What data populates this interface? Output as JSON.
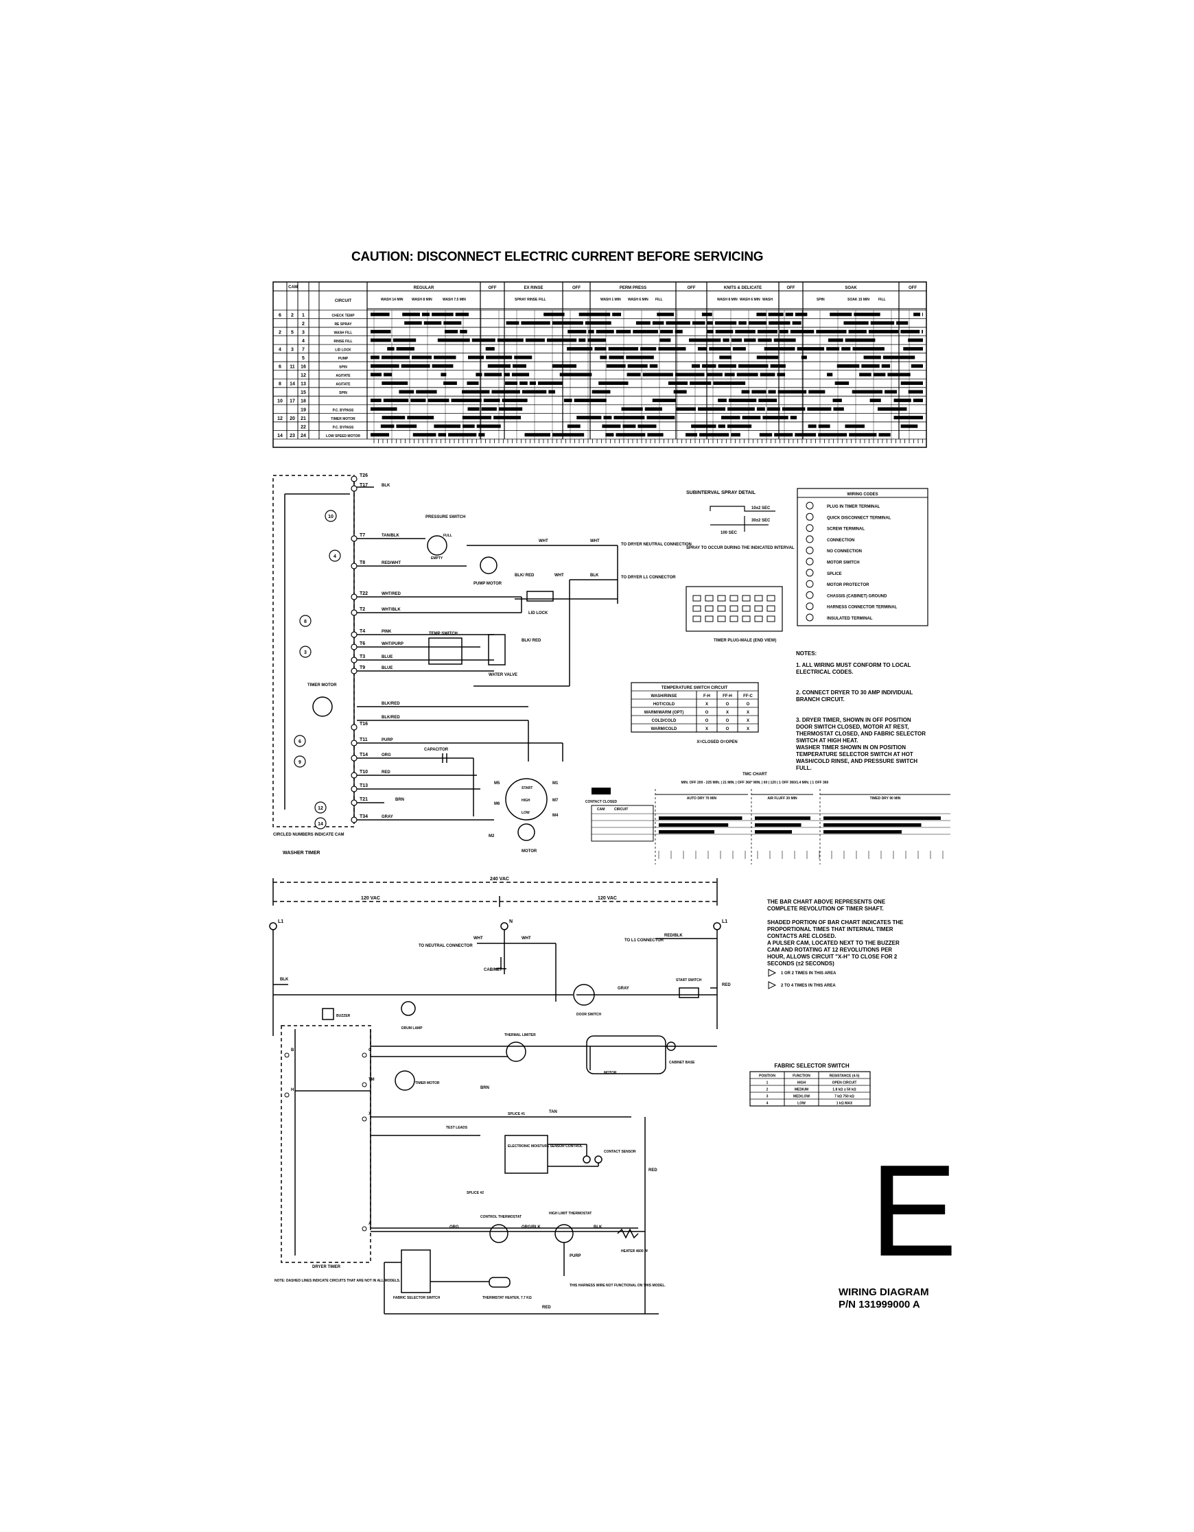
{
  "caution": "CAUTION: DISCONNECT ELECTRIC CURRENT BEFORE SERVICING",
  "washer": {
    "timer_label": "WASHER TIMER",
    "circled_note": "CIRCLED NUMBERS INDICATE CAM",
    "terminals": [
      "T26",
      "T17",
      "T7",
      "T8",
      "T22",
      "T2",
      "T4",
      "T6",
      "T3",
      "T9",
      "T16",
      "T11",
      "T14",
      "T10",
      "T13",
      "T21",
      "T34"
    ],
    "cams": [
      "10",
      "4",
      "8",
      "3",
      "6",
      "9",
      "12",
      "14"
    ],
    "wires": [
      "BLK",
      "TAN/BLK",
      "RED/WHT",
      "WHT/RED",
      "WHT/BLK",
      "PINK",
      "WHT/PURP",
      "BLUE",
      "BLUE",
      "BLK/RED",
      "BLK/RED",
      "PURP",
      "ORG",
      "RED",
      "BRN",
      "GRAY"
    ],
    "components": [
      "PRESSURE SWITCH",
      "PUMP MOTOR",
      "LID LOCK",
      "TEMP SWITCH",
      "WATER VALVE",
      "TIMER MOTOR",
      "CAPACITOR",
      "MOTOR"
    ],
    "dryer_neutral": "TO DRYER NEUTRAL CONNECTION",
    "dryer_l1": "TO DRYER L1 CONNECTOR",
    "wht": "WHT",
    "blk": "BLK",
    "blk_red": "BLK/ RED",
    "pressure_labels": [
      "FULL",
      "EMPTY"
    ],
    "motor_labels": [
      "M1",
      "M2",
      "M4",
      "M5",
      "M6",
      "M7"
    ],
    "motor_inner": [
      "START",
      "HIGH",
      "LOW"
    ]
  },
  "spray_detail": {
    "title": "SUBINTERVAL SPRAY DETAIL",
    "sec_a": "10±2 SEC",
    "sec_b": "30±2 SEC",
    "sec_c": "100 SEC",
    "note": "SPRAY TO OCCUR DURING THE INDICATED INTERVAL"
  },
  "timer_plug": "TIMER PLUG-MALE (END VIEW)",
  "wiring_codes": {
    "title": "WIRING CODES",
    "items": [
      "PLUG IN TIMER TERMINAL",
      "QUICK DISCONNECT TERMINAL",
      "SCREW TERMINAL",
      "CONNECTION",
      "NO CONNECTION",
      "MOTOR SWITCH",
      "SPLICE",
      "MOTOR PROTECTOR",
      "CHASSIS (CABINET) GROUND",
      "HARNESS CONNECTOR TERMINAL",
      "INSULATED TERMINAL"
    ]
  },
  "notes": {
    "title": "NOTES:",
    "items": [
      "1. ALL WIRING MUST CONFORM TO LOCAL ELECTRICAL CODES.",
      "2. CONNECT DRYER TO 30 AMP INDIVIDUAL BRANCH CIRCUIT.",
      "3. DRYER TIMER, SHOWN IN OFF POSITION DOOR SWITCH CLOSED, MOTOR AT REST, THERMOSTAT CLOSED, AND FABRIC SELECTOR SWITCH AT HIGH HEAT.",
      "WASHER TIMER SHOWN IN ON POSITION TEMPERATURE SELECTOR SWITCH AT HOT WASH/COLD RINSE, AND PRESSURE SWITCH FULL."
    ]
  },
  "temp_switch": {
    "title": "TEMPERATURE SWITCH CIRCUIT",
    "headers": [
      "WASH/RINSE",
      "F-H",
      "FF-H",
      "FF-C"
    ],
    "rows": [
      [
        "HOT/COLD",
        "X",
        "O",
        "O"
      ],
      [
        "WARM/WARM (OPT)",
        "O",
        "X",
        "X"
      ],
      [
        "COLD/COLD",
        "O",
        "O",
        "X"
      ],
      [
        "WARM/COLD",
        "X",
        "O",
        "X"
      ]
    ],
    "legend": "X=CLOSED O=OPEN"
  },
  "tmc_chart": {
    "title": "TMC CHART",
    "subtitle": "MIN. OFF 200 - 225 MIN. | 21 MIN. | OFF 360° MIN. | 60 | 120 | 1 OFF 360/1.4 MIN. | 1 OFF 360",
    "sections": [
      "AUTO DRY 70 MIN",
      "AIR FLUFF 30 MIN",
      "TIMED DRY 90 MIN"
    ],
    "row_header": [
      "CONTACT CLOSED",
      "CAM",
      "CIRCUIT"
    ]
  },
  "bar_chart_notes": [
    "THE BAR CHART ABOVE REPRESENTS ONE COMPLETE REVOLUTION OF TIMER SHAFT.",
    "SHADED PORTION OF BAR CHART INDICATES THE PROPORTIONAL TIMES THAT INTERNAL TIMER CONTACTS ARE CLOSED.",
    "A PULSER CAM, LOCATED NEXT TO THE BUZZER CAM AND ROTATING AT 12 REVOLUTIONS PER HOUR, ALLOWS CIRCUIT \"X-H\" TO CLOSE FOR 2 SECONDS (±2 SECONDS)"
  ],
  "triangle_notes": [
    "1 OR 2 TIMES IN THIS AREA",
    "2 TO 4 TIMES IN THIS AREA"
  ],
  "dryer": {
    "voltage_total": "240 VAC",
    "voltage_left": "120 VAC",
    "voltage_right": "120 VAC",
    "l1": "L1",
    "l2": "L1",
    "n": "N",
    "timer_label": "DRYER TIMER",
    "to_neutral": "TO NEUTRAL CONNECTOR",
    "to_l1": "TO L1 CONNECTOR",
    "red_blk": "RED/BLK",
    "wires": [
      "WHT",
      "WHT",
      "BLK",
      "BRN",
      "GRAY",
      "RED",
      "TAN",
      "ORG",
      "ORG/BLK",
      "PURP",
      "BLK",
      "RED",
      "RED"
    ],
    "components": [
      "BUZZER",
      "DRUM LAMP",
      "DOOR SWITCH",
      "START SWITCH",
      "THERMAL LIMITER",
      "MOTOR",
      "CABINET BASE",
      "TIMER MOTOR",
      "TEST LEADS",
      "SPLICE #1",
      "SPLICE #2",
      "ELECTRONIC MOISTURE SENSOR CONTROL",
      "CONTACT SENSOR",
      "CONTROL THERMOSTAT",
      "HIGH LIMIT THERMOSTAT",
      "HEATER 4600 W",
      "FABRIC SELECTOR SWITCH",
      "THERMISTAT HEATER, 7.7 KΩ"
    ],
    "cabinet": "CABINET",
    "harness_note": "THIS HARNESS WIRE NOT FUNCTIONAL ON THIS MODEL.",
    "dashed_note": "NOTE: DASHED LINES INDICATE CIRCUITS THAT ARE NOT IN ALL MODELS.",
    "timer_terms": [
      "B",
      "H",
      "C",
      "TM",
      "X",
      "A"
    ]
  },
  "fabric_table": {
    "title": "FABRIC SELECTOR SWITCH",
    "headers": [
      "POSITION",
      "FUNCTION",
      "RESISTANCE (4-5)"
    ],
    "rows": [
      [
        "1",
        "HIGH",
        "OPEN CIRCUIT"
      ],
      [
        "2",
        "MEDIUM",
        "1.8 kΩ ± 50 kΩ"
      ],
      [
        "3",
        "MED/LOW",
        "7 kΩ 750 kΩ"
      ],
      [
        "4",
        "LOW",
        "1 kΩ MAX"
      ]
    ]
  },
  "cycle_chart": {
    "headers": [
      "REGULAR",
      "OFF",
      "EX RINSE",
      "OFF",
      "PERM PRESS",
      "OFF",
      "KNITS & DELICATE",
      "OFF",
      "SOAK",
      "OFF"
    ],
    "circuits": [
      "CHECK TEMP",
      "RE SPRAY",
      "WASH FILL",
      "RINSE FILL",
      "LID LOCK",
      "PUMP",
      "SPIN",
      "AGITATE",
      "AGITATE",
      "SPIN",
      "",
      "P.C. BYPASS",
      "TIMER MOTOR",
      "P.C. BYPASS",
      "LOW SPEED MOTOR"
    ],
    "rows_left": [
      [
        "6",
        "2",
        "1"
      ],
      [
        "",
        "",
        "2"
      ],
      [
        "2",
        "5",
        "3"
      ],
      [
        "",
        "",
        "4"
      ],
      [
        "4",
        "3",
        "7"
      ],
      [
        "",
        "",
        "5"
      ],
      [
        "6",
        "11",
        "16"
      ],
      [
        "",
        "",
        "12"
      ],
      [
        "8",
        "14",
        "13"
      ],
      [
        "",
        "",
        "15"
      ],
      [
        "10",
        "17",
        "18"
      ],
      [
        "",
        "",
        "19"
      ],
      [
        "12",
        "20",
        "21"
      ],
      [
        "",
        "",
        "22"
      ],
      [
        "14",
        "23",
        "24"
      ]
    ],
    "sub_regular": [
      "WASH 14 MIN",
      "WASH 8 MIN",
      "WASH 7.5 MIN"
    ],
    "sub_exrinse": [
      "SPRAY RINSE",
      "FILL"
    ],
    "sub_perm": [
      "WASH 1 MIN",
      "WASH 6 MIN",
      "FILL"
    ],
    "sub_knits": [
      "WASH 8 MIN",
      "WASH 6 MIN",
      "WASH"
    ],
    "sub_soak": [
      "SPIN",
      "SOAK 15 MIN",
      "FILL"
    ],
    "circuit_header": "CIRCUIT",
    "cam_header": "CAM"
  },
  "letter": "E",
  "wiring_diagram": "WIRING DIAGRAM",
  "part_number": "P/N 131999000 A"
}
